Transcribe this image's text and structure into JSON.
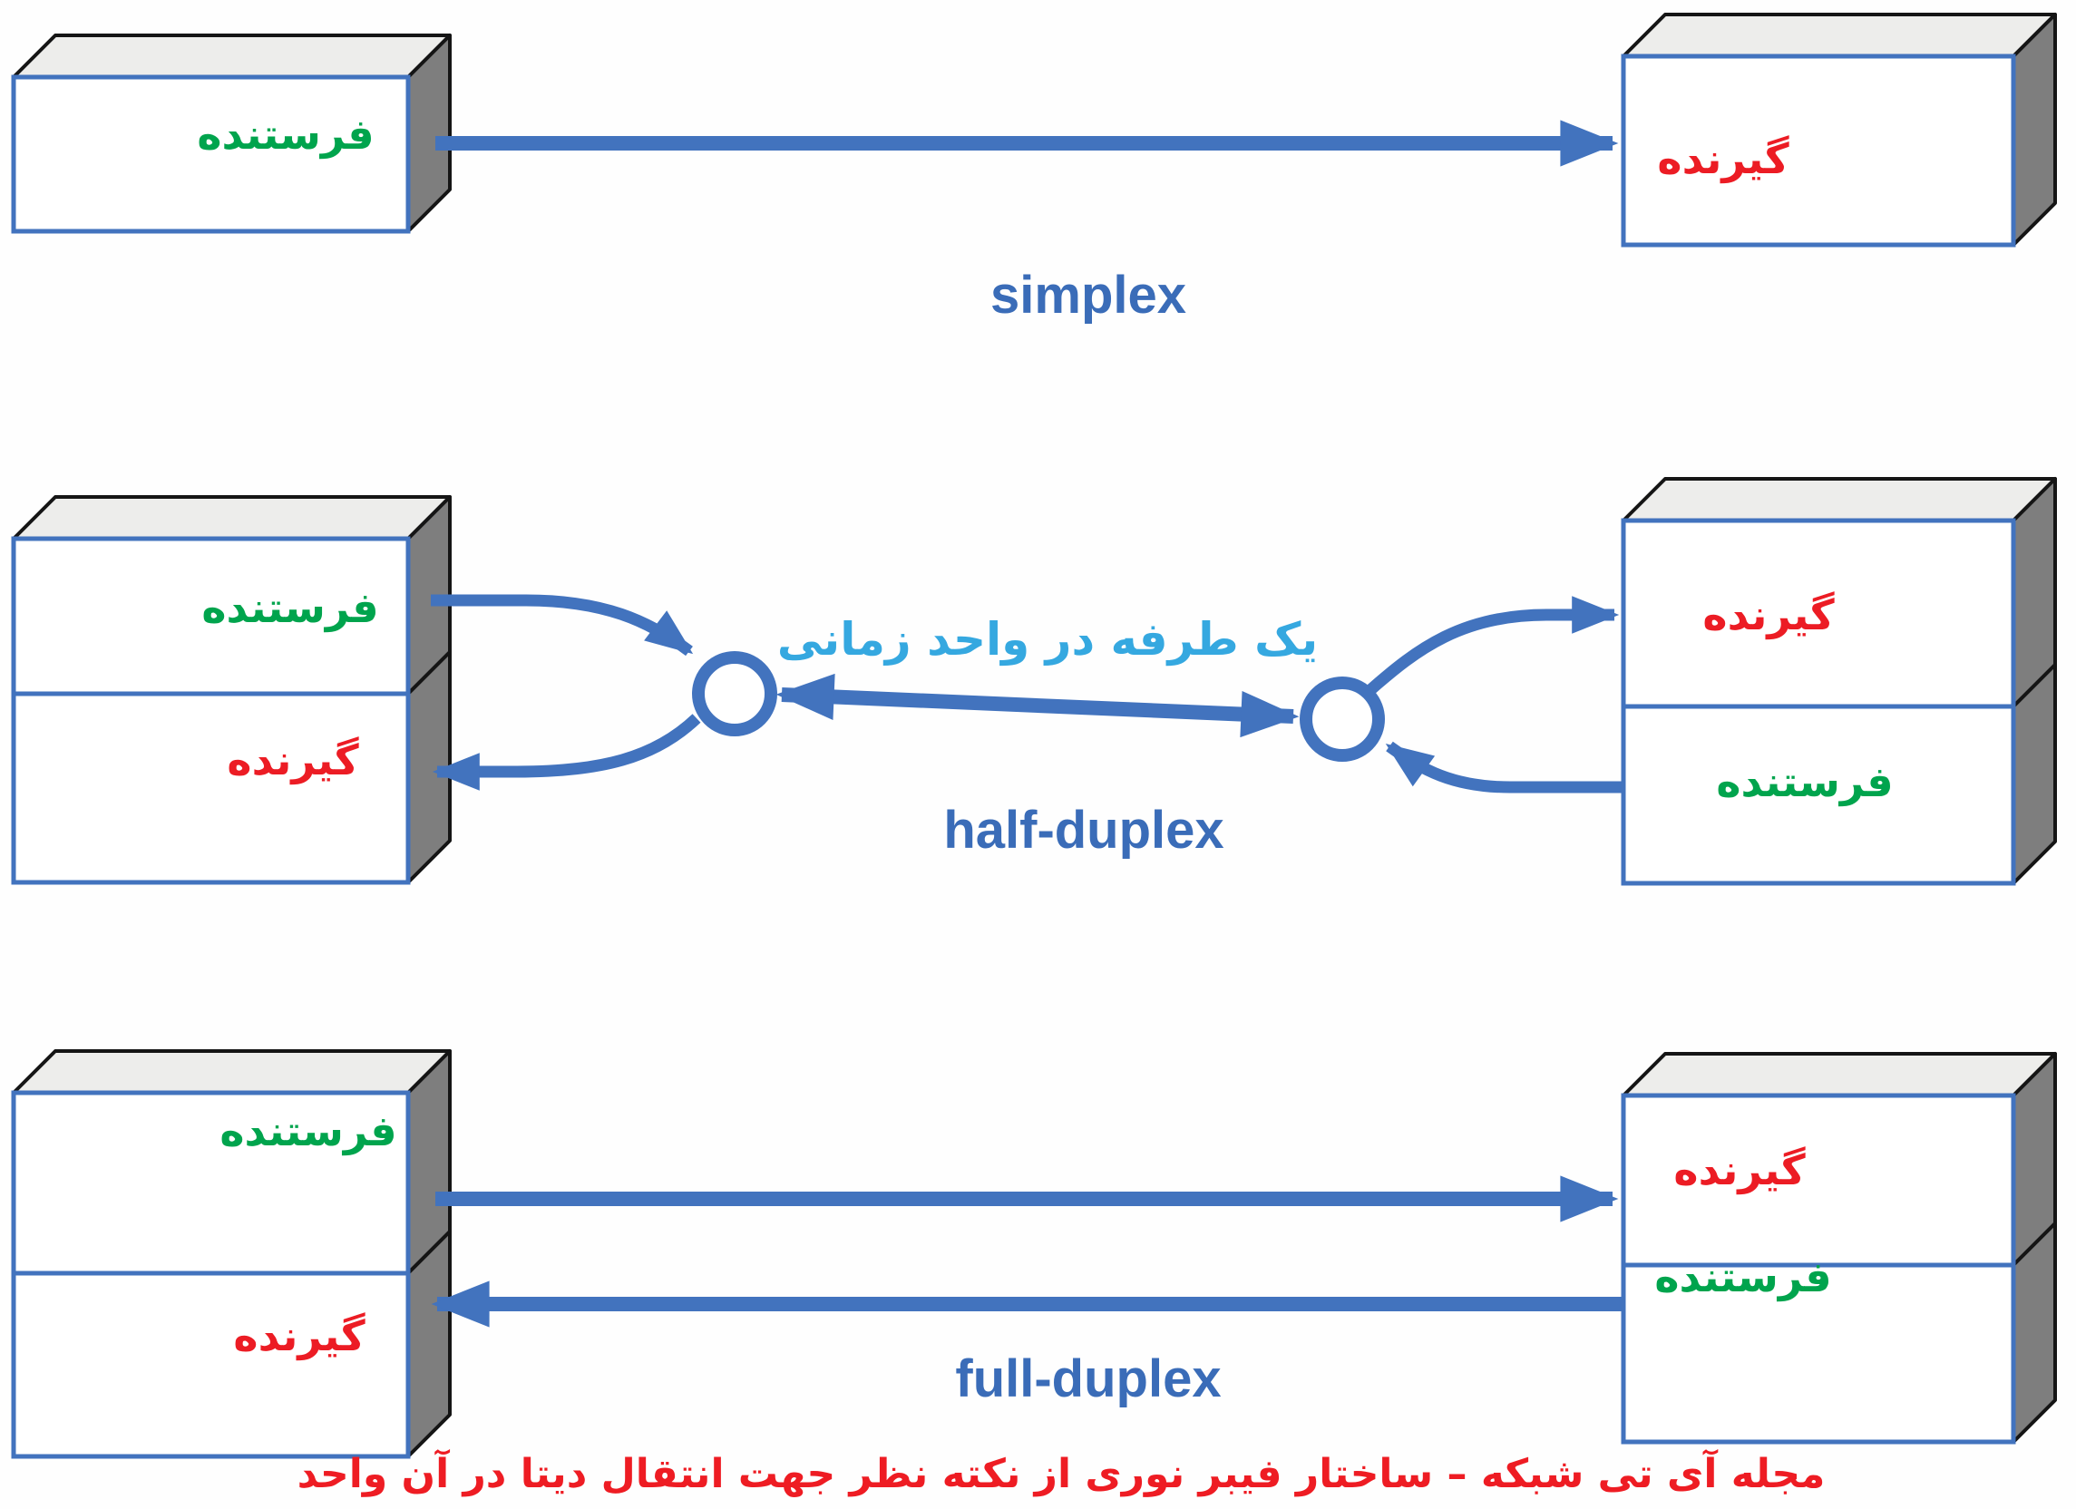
{
  "colors": {
    "arrow_blue": "#4273BE",
    "label_blue": "#3A6CB8",
    "sender_green": "#00A44D",
    "receiver_red": "#EC1C24",
    "annotation_cyan": "#35A8E0",
    "caption_red": "#EE1C23",
    "box_top_gray": "#EDEDEB",
    "box_side_gray": "#7E7E7E",
    "box_border_blue": "#4273BE"
  },
  "simplex": {
    "label": "simplex",
    "left_box": {
      "text": "فرستنده"
    },
    "right_box": {
      "text": "گیرنده"
    }
  },
  "half_duplex": {
    "label": "half-duplex",
    "annotation": "یک طرفه در واحد زمانی",
    "left_box": {
      "top_text": "فرستنده",
      "bottom_text": "گیرنده"
    },
    "right_box": {
      "top_text": "گیرنده",
      "bottom_text": "فرستنده"
    }
  },
  "full_duplex": {
    "label": "full-duplex",
    "left_box": {
      "top_text": "فرستنده",
      "bottom_text": "گیرنده"
    },
    "right_box": {
      "top_text": "گیرنده",
      "bottom_text": "فرستنده"
    }
  },
  "caption": "مجله آی تی شبکه – ساختار فیبر نوری از نکته نظر جهت انتقال دیتا در آن واحد"
}
